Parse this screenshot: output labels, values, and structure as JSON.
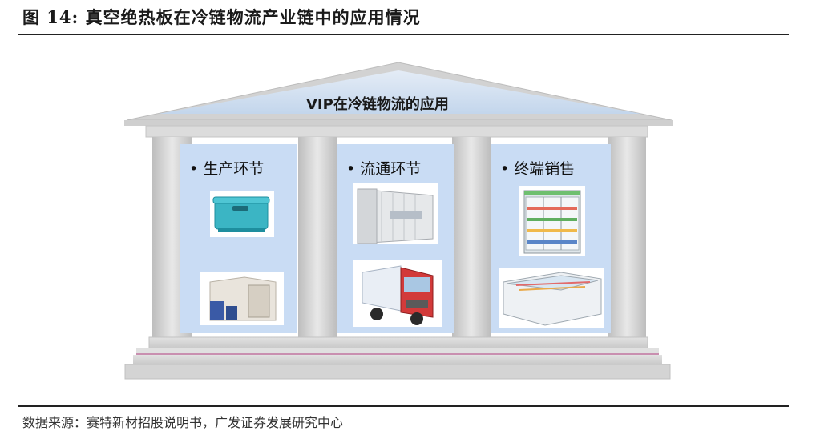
{
  "title": "图 14: 真空绝热板在冷链物流产业链中的应用情况",
  "roof": {
    "label": "VIP在冷链物流的应用"
  },
  "columns": [
    {
      "label": "• 生产环节"
    },
    {
      "label": "• 流通环节"
    },
    {
      "label": "• 终端销售"
    }
  ],
  "source": "数据来源：赛特新材招股说明书，广发证券发展研究中心",
  "colors": {
    "panel": "#c9dcf4",
    "pillar": "#d6d6d6",
    "roof": "#c7d9ee",
    "accent_line": "#c98fb0"
  }
}
